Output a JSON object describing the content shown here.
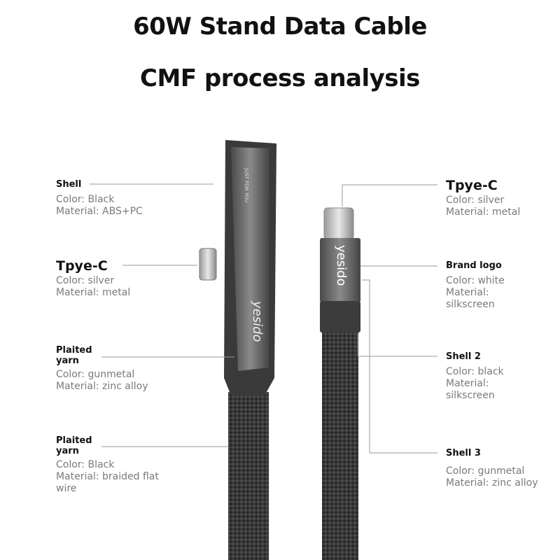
{
  "title_line1": "60W Stand Data Cable",
  "title_line2": "CMF process analysis",
  "left": [
    {
      "heading": "Shell",
      "color": "Color: Black",
      "material": "Material: ABS+PC"
    },
    {
      "heading": "Tpye-C",
      "color": "Color: silver",
      "material": "Material: metal"
    },
    {
      "heading": "Plaited yarn",
      "color": "Color: gunmetal",
      "material": "Material: zinc alloy"
    },
    {
      "heading": "Plaited yarn",
      "color": "Color: Black",
      "material": "Material: braided flat wire"
    }
  ],
  "right": [
    {
      "heading": "Tpye-C",
      "color": "Color: silver",
      "material": "Material: metal"
    },
    {
      "heading": "Brand logo",
      "color": "Color: white",
      "material": "Material: silkscreen"
    },
    {
      "heading": "Shell 2",
      "color": "Color: black",
      "material": "Material: silkscreen"
    },
    {
      "heading": "Shell 3",
      "color": "Color: gunmetal",
      "material": "Material: zinc alloy"
    }
  ],
  "product": {
    "brand_logo": "yesido",
    "engraving": "JUST FOR YOU"
  }
}
